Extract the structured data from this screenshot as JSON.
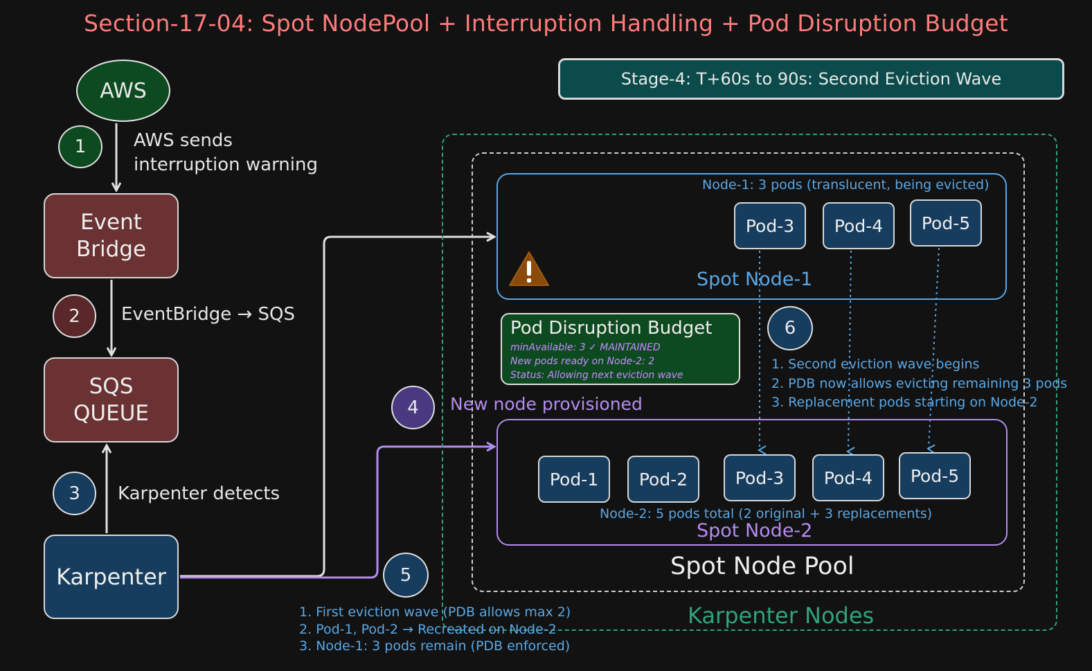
{
  "title": "Section-17-04: Spot NodePool + Interruption Handling + Pod Disruption Budget",
  "stage": "Stage-4: T+60s to 90s: Second Eviction Wave",
  "aws": "AWS",
  "event_bridge": [
    "Event",
    "Bridge"
  ],
  "sqs": [
    "SQS",
    "QUEUE"
  ],
  "karpenter": "Karpenter",
  "steps": {
    "s1": "1",
    "s2": "2",
    "s3": "3",
    "s4": "4",
    "s5": "5",
    "s6": "6"
  },
  "labels": {
    "aws_sends": [
      "AWS sends",
      "interruption warning"
    ],
    "eb_sqs": "EventBridge → SQS",
    "karp_detects": "Karpenter detects",
    "new_node": "New node provisioned"
  },
  "node1": {
    "caption": "Node-1: 3 pods (translucent, being evicted)",
    "name": "Spot Node-1",
    "pods": [
      "Pod-3",
      "Pod-4",
      "Pod-5"
    ]
  },
  "node2": {
    "caption": "Node-2: 5 pods total (2 original + 3 replacements)",
    "name": "Spot Node-2",
    "pods": [
      "Pod-1",
      "Pod-2",
      "Pod-3",
      "Pod-4",
      "Pod-5"
    ]
  },
  "pdb": {
    "title": "Pod Disruption Budget",
    "lines": [
      "minAvailable: 3 ✓ MAINTAINED",
      "New pods ready on Node-2: 2",
      "Status: Allowing next eviction wave"
    ]
  },
  "step6_notes": [
    "1. Second eviction wave begins",
    "2. PDB now allows evicting remaining 3 pods",
    "3. Replacement pods starting on Node-2"
  ],
  "step5_notes": [
    "1. First eviction wave (PDB allows max 2)",
    "2. Pod-1, Pod-2 → Recreated on Node-2",
    "3. Node-1: 3 pods remain (PDB enforced)"
  ],
  "spot_pool": "Spot Node Pool",
  "karpenter_nodes": "Karpenter Nodes",
  "colors": {
    "title": "#ff7b7b",
    "node1": "#5aa8e6",
    "node2": "#b48cf0",
    "pool": "#2fa37a",
    "warning": "#8a4a0a"
  }
}
